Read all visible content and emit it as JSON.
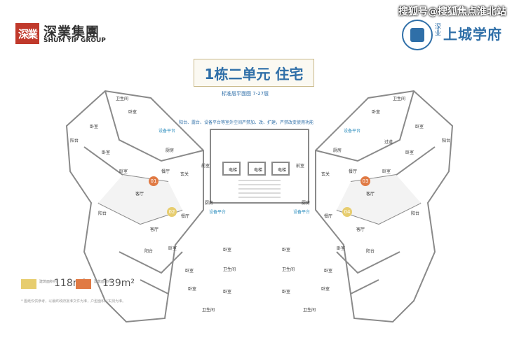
{
  "header": {
    "logo_mark": "深業",
    "logo_cn": "深業集團",
    "logo_en": "SHUM YIP GROUP",
    "brand_small": "深业",
    "brand_name": "上城学府",
    "watermark": "搜狐号@搜狐焦点淮北站"
  },
  "plan": {
    "title": "1栋二单元 住宅",
    "subtitle": "标准层平面图 7-27层",
    "notice": "阳台、露台、设备平台等室外空间严禁加、改、扩建，严禁改变使用功能",
    "units": [
      {
        "id": "01",
        "color": "#e07a44"
      },
      {
        "id": "02",
        "color": "#e7cd6f"
      },
      {
        "id": "03",
        "color": "#e07a44"
      },
      {
        "id": "04",
        "color": "#e7cd6f"
      }
    ],
    "rooms": {
      "bedroom": "卧室",
      "bathroom": "卫生间",
      "living": "客厅",
      "dining": "餐厅",
      "kitchen": "厨房",
      "balcony": "阳台",
      "foyer": "玄关",
      "equipment": "设备平台",
      "corridor": "过道",
      "lobby": "前室",
      "elevator": "电梯"
    }
  },
  "legend": {
    "items": [
      {
        "tag": "建筑面积约",
        "value": "118m²",
        "color": "#e7cd6f"
      },
      {
        "tag": "建筑面积约",
        "value": "139m²",
        "color": "#e07a44"
      }
    ],
    "footnote": "* 图纸仅供参考，以最终政府批准文件为准，户型面积以实测为准。"
  }
}
